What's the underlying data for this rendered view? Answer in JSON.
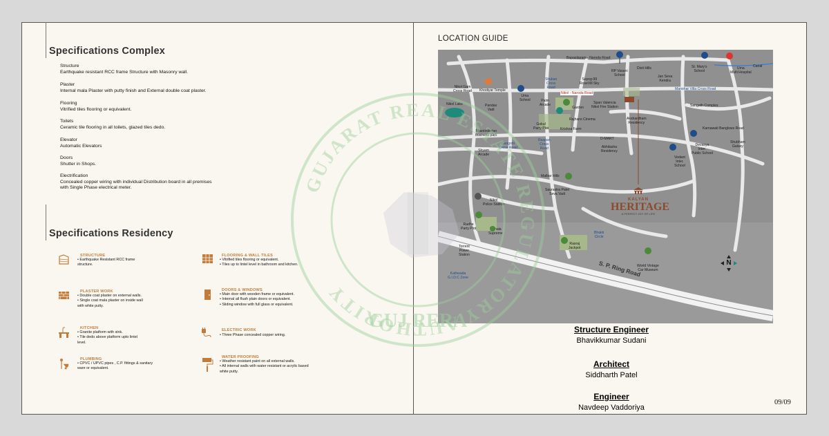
{
  "left": {
    "complex_title": "Specifications Complex",
    "complex_specs": [
      {
        "heading": "Structure",
        "text": "Earthquake resistant RCC frame Structure with Masonry wall."
      },
      {
        "heading": "Plaster",
        "text": "Internal mala Plaster with putty finish and External double coat plaster."
      },
      {
        "heading": "Flooring",
        "text": "Vitrified tiles flooring or equivalent."
      },
      {
        "heading": "Toilets",
        "text": "Ceramic tile flooring in all toilets, glazed tiles dedo."
      },
      {
        "heading": "Elevator",
        "text": "Automatic Elevators"
      },
      {
        "heading": "Doors",
        "text": "Shutter in Shops."
      },
      {
        "heading": "Electrification",
        "text": "Concealed copper wiring with individual Distribution board in all premises"
      },
      {
        "heading": "",
        "text": "with Single Phase electrical meter."
      }
    ],
    "residency_title": "Specifications Residency",
    "residency_specs": [
      {
        "title": "STRUCTURE",
        "body": "• Earthquake Resistant RCC frame\nstructure.",
        "icon": "structure-icon"
      },
      {
        "title": "FLOORING & WALL TILES",
        "body": "• Vitrified tiles flooring or equivalent.\n• Tiles up to lintel level in bathroom and kitchen.",
        "icon": "tiles-icon"
      },
      {
        "title": "PLASTER WORK",
        "body": "• Double coat plaster on external walls.\n• Single coat mala plaster on inside wall\n   with white putty.",
        "icon": "brick-wall-icon"
      },
      {
        "title": "DOORS & WINDOWS",
        "body": "• Main door with wooden frame or equivalent.\n• Internal all flush plain doors or equivalent.\n• Sliding window with full glass or equivalent.",
        "icon": "door-icon"
      },
      {
        "title": "KITCHEN",
        "body": "• Granite platform with sink.\n• Tile dedo above platform upto lintel\n   level.",
        "icon": "kitchen-icon"
      },
      {
        "title": "ELECTRIC WORK",
        "body": "• Three Phase concealed copper wiring.",
        "icon": "plug-icon"
      },
      {
        "title": "PLUMBING",
        "body": "• CPVC / UPVC pipes , C.P. fittings & sanitary\n   ware or equivalent.",
        "icon": "plumbing-icon"
      },
      {
        "title": "WATER PROOFING",
        "body": "• Weather resistant paint on all external walls.\n• All internal walls with water resistant or acrylic based\n   white putty.",
        "icon": "paint-roller-icon"
      }
    ]
  },
  "right": {
    "location_title": "LOCATION GUIDE",
    "map": {
      "project_brand": "KALYAN",
      "project_name": "HERITAGE",
      "project_tagline": "A PERFECT JOY OF LIFE",
      "ring_road": "S. P. Ring Road",
      "compass": "N",
      "labels": [
        "Bapasitaram - Naroda Road",
        "RP Vasani\nSchool",
        "Dixit Hills",
        "Jan Seva\nKendra",
        "St. Mary's\nSchool",
        "Uma\nMulti Hospital",
        "Canal",
        "Nikol Gam\nCross Road",
        "Khodiyar Temple",
        "Uma\nSchool",
        "Suyog-99\nRoseVill Sky",
        "Nikol - Naroda Road",
        "Span Valencia\nNikol Fire Station",
        "Sangath Complex",
        "Nikol Lake",
        "Pandav\nVadi",
        "Palm\nArcade",
        "Garden",
        "Rajhans Cinema",
        "Krishna Farm",
        "Akshardham\nResidency",
        "Karnawati Banglows Road",
        "Shantiniketan\nbusiness park",
        "Gokul\nParty Plot",
        "D-MART",
        "Abhilasha\nResidency",
        "Shubham\nGalaxy",
        "Devasya\nInter.\nPublic School",
        "Shyam\nArcade",
        "Vedant\nInter.\nSchool",
        "Malbar Hills",
        "Saurastra Patel\nSeva Vadi",
        "Nikol\nPolice Station",
        "Radhe\nParty Plot",
        "Vishala\nSupreme",
        "Torrent\nPower\nStation",
        "Rasraj\nJackpot",
        "World Vintage\nCar Museum"
      ],
      "blue_labels": [
        "Shukan\nCross\nRoad",
        "Manohar Villa Cross Road",
        "Gangotri\nCross Road",
        "Raspan\nCross\nRoad",
        "Bhakti\nCircle",
        "Kathwada\nG.I.D.C Zone"
      ]
    },
    "credits": [
      {
        "role": "Structure Engineer",
        "name": "Bhavikkumar  Sudani"
      },
      {
        "role": "Architect",
        "name": "Siddharth Patel"
      },
      {
        "role": "Engineer",
        "name": "Navdeep Vaddoriya"
      }
    ],
    "page_number": "09/09"
  },
  "watermark": {
    "text_outer": "GUJARAT REAL ESTATE REGULATORY AUTHORITY",
    "text_inner": "GUJ RERA"
  },
  "colors": {
    "accent": "#c47b3a",
    "map_blue": "#1f4d8a",
    "heritage": "#8b4a2b"
  }
}
